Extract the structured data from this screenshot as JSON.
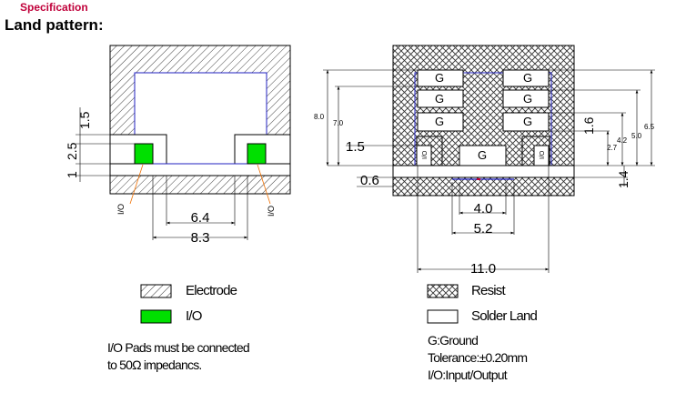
{
  "header": {
    "section": "Specification",
    "title": "Land pattern:"
  },
  "colors": {
    "io_pad": "#00e000",
    "ground_label": "#f07000",
    "io_label": "#f07000",
    "outline_blue": "#2020c0",
    "accent_red": "#c0003a"
  },
  "left_diagram": {
    "dims": {
      "d15": "1.5",
      "d25": "2.5",
      "d1": "1",
      "d64": "6.4",
      "d83": "8.3"
    },
    "io_left": "I/O",
    "io_right": "I/O"
  },
  "right_diagram": {
    "g_label": "G",
    "io_small": "I/O",
    "dims": {
      "d80": "8.0",
      "d70": "7.0",
      "d15": "1.5",
      "d06": "0.6",
      "d40": "4.0",
      "d52": "5.2",
      "d110": "11.0",
      "d16": "1.6",
      "d27": "2.7",
      "d42": "4.2",
      "d50": "5.0",
      "d65": "6.5",
      "d14": "1.4"
    }
  },
  "legend": {
    "electrode": "Electrode",
    "io": "I/O",
    "resist": "Resist",
    "solder_land": "Solder Land"
  },
  "notes_left": {
    "line1": "I/O Pads must be connected",
    "line2": "to 50Ω impedancs."
  },
  "notes_right": {
    "line1": "G:Ground",
    "line2": "Tolerance:±0.20mm",
    "line3": "I/O:Input/Output"
  }
}
